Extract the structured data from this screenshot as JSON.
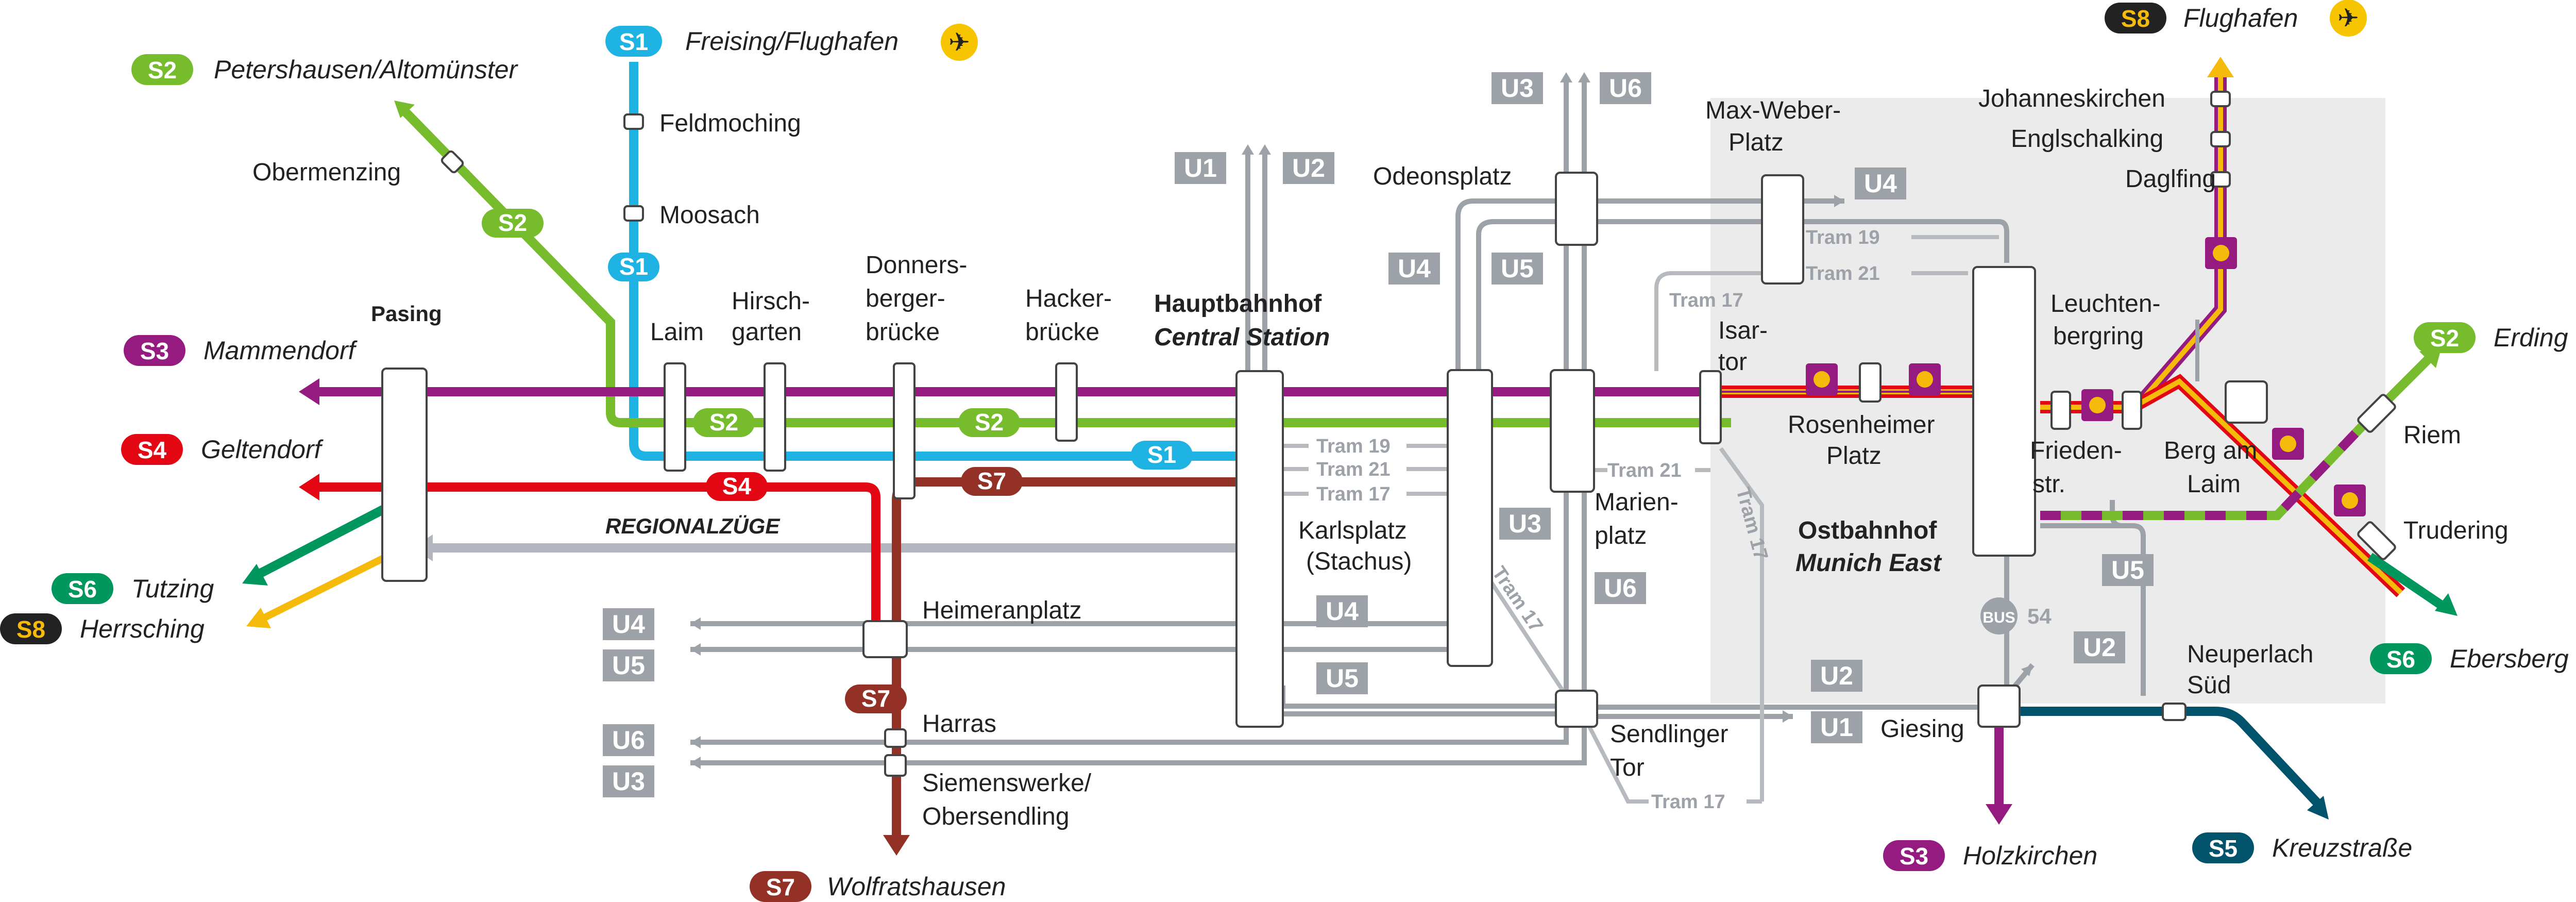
{
  "colors": {
    "s1": "#1eb3e3",
    "s2": "#76bc2d",
    "s3": "#951b81",
    "s4": "#e30613",
    "s5": "#00536b",
    "s6": "#00975f",
    "s7": "#943126",
    "s8": "#f6bb0a",
    "ubahn": "#9da1a8",
    "tram": "#b6b9be",
    "regional": "#b4b6bf",
    "ostbahnhof_area": "#ebebec",
    "airport": "#f6c500"
  },
  "destinations": {
    "s1": {
      "badge": "S1",
      "name": "Freising/Flughafen"
    },
    "s2_west": {
      "badge": "S2",
      "name": "Petershausen/Altomünster"
    },
    "s2_east": {
      "badge": "S2",
      "name": "Erding"
    },
    "s3_west": {
      "badge": "S3",
      "name": "Mammendorf"
    },
    "s3_south": {
      "badge": "S3",
      "name": "Holzkirchen"
    },
    "s4": {
      "badge": "S4",
      "name": "Geltendorf"
    },
    "s5": {
      "badge": "S5",
      "name": "Kreuzstraße"
    },
    "s6_west": {
      "badge": "S6",
      "name": "Tutzing"
    },
    "s6_east": {
      "badge": "S6",
      "name": "Ebersberg"
    },
    "s7": {
      "badge": "S7",
      "name": "Wolfratshausen"
    },
    "s8_west": {
      "badge": "S8",
      "name": "Herrsching"
    },
    "s8_north": {
      "badge": "S8",
      "name": "Flughafen"
    }
  },
  "line_labels": {
    "s1_north": "S1",
    "s1_main": "S1",
    "s2_diag": "S2",
    "s2_laim": "S2",
    "s2_main": "S2",
    "s4_main": "S4",
    "s7_main": "S7",
    "s7_south": "S7"
  },
  "stations": {
    "obermenzing": "Obermenzing",
    "feldmoching": "Feldmoching",
    "moosach": "Moosach",
    "pasing": "Pasing",
    "laim": "Laim",
    "hirschgarten": [
      "Hirsch-",
      "garten"
    ],
    "donnersbergerbruecke": [
      "Donners-",
      "berger-",
      "brücke"
    ],
    "hackerbruecke": [
      "Hacker-",
      "brücke"
    ],
    "hauptbahnhof": "Hauptbahnhof",
    "hauptbahnhof_en": "Central Station",
    "karlsplatz": [
      "Karlsplatz",
      "(Stachus)"
    ],
    "odeonsplatz": "Odeonsplatz",
    "marienplatz": [
      "Marien-",
      "platz"
    ],
    "max_weber_platz": [
      "Max-Weber-",
      "Platz"
    ],
    "isartor": [
      "Isar-",
      "tor"
    ],
    "rosenheimer_platz": [
      "Rosenheimer",
      "Platz"
    ],
    "ostbahnhof": "Ostbahnhof",
    "ostbahnhof_en": "Munich East",
    "johanneskirchen": "Johanneskirchen",
    "englschalking": "Englschalking",
    "daglfing": "Daglfing",
    "leuchtenbergring": [
      "Leuchten-",
      "bergring"
    ],
    "friedenstr": [
      "Frieden-",
      "str."
    ],
    "berg_am_laim": [
      "Berg am",
      "Laim"
    ],
    "riem": "Riem",
    "trudering": "Trudering",
    "heimeranplatz": "Heimeranplatz",
    "harras": "Harras",
    "siemenswerke": [
      "Siemenswerke/",
      "Obersendling"
    ],
    "sendlinger_tor": [
      "Sendlinger",
      "Tor"
    ],
    "giesing": "Giesing",
    "neuperlach_sued": [
      "Neuperlach",
      "Süd"
    ]
  },
  "ubahn_labels": {
    "u1_hbf": "U1",
    "u2_hbf": "U2",
    "u3_odeon": "U3",
    "u6_odeon": "U6",
    "u4_left": "U4",
    "u5_mid": "U5",
    "u4_maxweber": "U4",
    "u3_marien": "U3",
    "u6_marien": "U6",
    "u4_karlsplatz": "U4",
    "u5_karlsplatz": "U5",
    "u4_west": "U4",
    "u5_west": "U5",
    "u6_west": "U6",
    "u3_west": "U3",
    "u2_sendlinger": "U2",
    "u1_sendlinger": "U1",
    "u2_giesing": "U2",
    "u5_east": "U5"
  },
  "tram_labels": {
    "t19_hbf": "Tram 19",
    "t21_hbf": "Tram 21",
    "t17_hbf": "Tram 17",
    "t19_east": "Tram 19",
    "t21_east": "Tram 21",
    "t17_isartor": "Tram 17",
    "t21_marien": "Tram 21",
    "t17_diag": "Tram 17",
    "t17_vert": "Tram 17",
    "t17_bottom": "Tram 17"
  },
  "regional": "REGIONALZÜGE",
  "bus": {
    "badge": "BUS",
    "number": "54"
  }
}
